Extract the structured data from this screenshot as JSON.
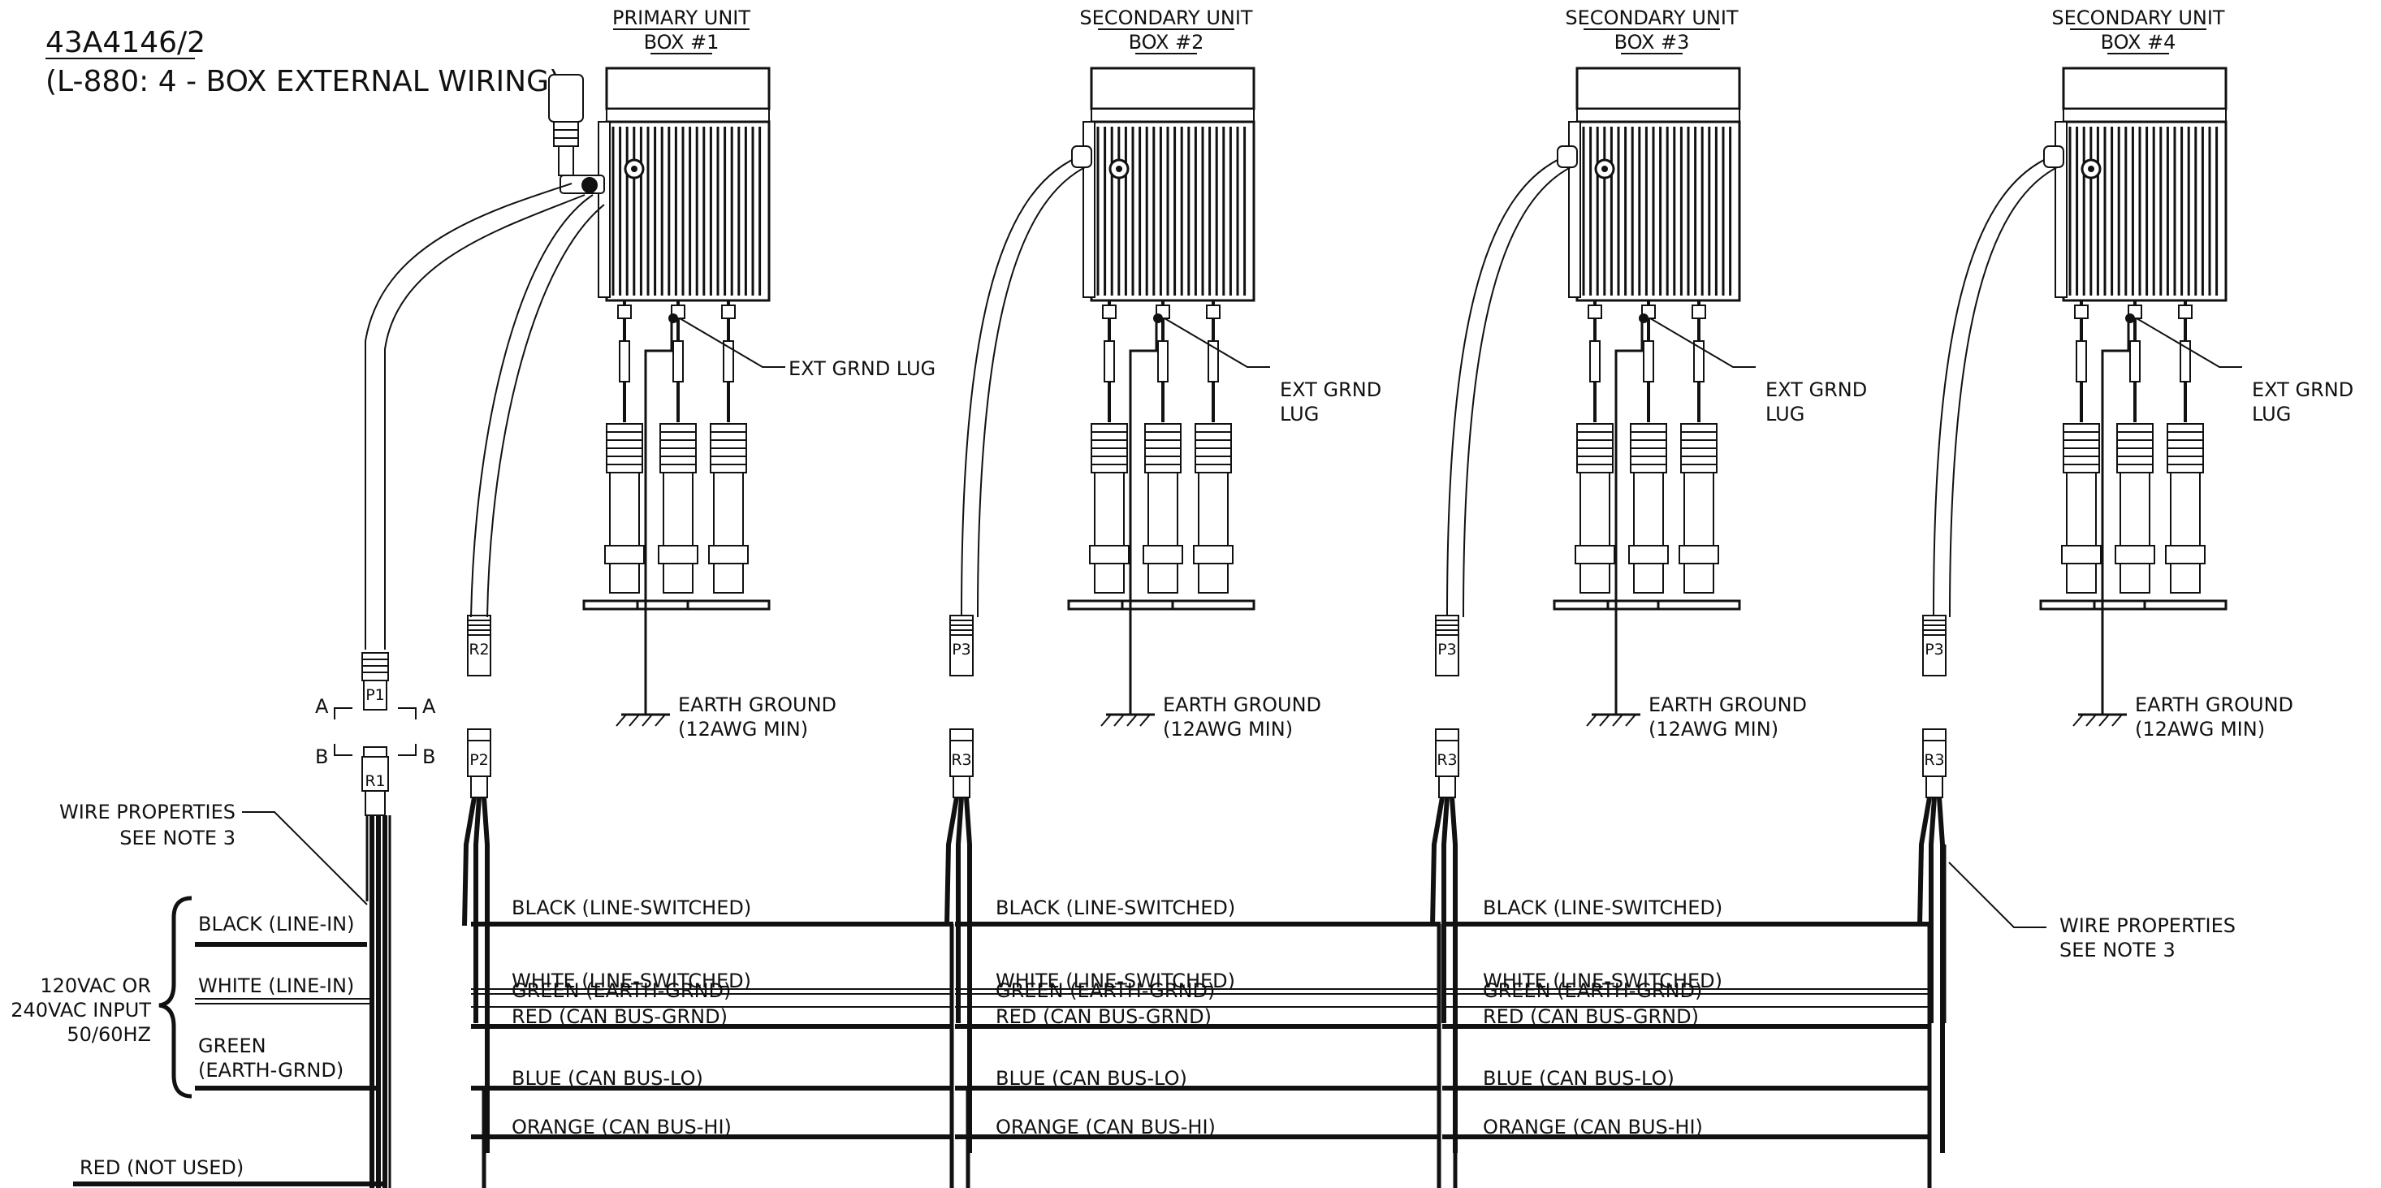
{
  "drawing": {
    "number": "43A4146/2",
    "subtitle": "(L-880: 4 - BOX EXTERNAL WIRING)"
  },
  "units": [
    {
      "title": "PRIMARY UNIT",
      "box": "BOX #1",
      "lug": [
        "EXT GRND LUG"
      ],
      "ground": [
        "EARTH GROUND",
        "(12AWG MIN)"
      ],
      "cable_plug": "R2",
      "out_connector": "P2"
    },
    {
      "title": "SECONDARY UNIT",
      "box": "BOX #2",
      "lug": [
        "EXT GRND",
        "LUG"
      ],
      "ground": [
        "EARTH GROUND",
        "(12AWG MIN)"
      ],
      "cable_plug": "P3",
      "out_connector": "R3"
    },
    {
      "title": "SECONDARY UNIT",
      "box": "BOX #3",
      "lug": [
        "EXT GRND",
        "LUG"
      ],
      "ground": [
        "EARTH GROUND",
        "(12AWG MIN)"
      ],
      "cable_plug": "P3",
      "out_connector": "R3"
    },
    {
      "title": "SECONDARY UNIT",
      "box": "BOX #4",
      "lug": [
        "EXT GRND",
        "LUG"
      ],
      "ground": [
        "EARTH GROUND",
        "(12AWG MIN)"
      ],
      "cable_plug": "P3",
      "out_connector": "R3"
    }
  ],
  "input_section": {
    "plug_upper": "P1",
    "plug_lower": "R1",
    "section_a": [
      "A",
      "A"
    ],
    "section_b": [
      "B",
      "B"
    ],
    "wire_note": [
      "WIRE PROPERTIES",
      "SEE NOTE 3"
    ],
    "input_label": [
      "120VAC OR",
      "240VAC INPUT",
      "50/60HZ"
    ],
    "wires": [
      {
        "lines": [
          "BLACK (LINE-IN)"
        ]
      },
      {
        "lines": [
          "WHITE (LINE-IN)"
        ]
      },
      {
        "lines": [
          "GREEN",
          "(EARTH-GRND)"
        ]
      },
      {
        "lines": [
          "RED (NOT USED)"
        ]
      }
    ]
  },
  "link_wires": [
    "BLACK (LINE-SWITCHED)",
    "WHITE (LINE-SWITCHED)",
    "GREEN (EARTH-GRND)",
    "RED (CAN BUS-GRND)",
    "BLUE (CAN BUS-LO)",
    "ORANGE (CAN BUS-HI)"
  ],
  "end_note": [
    "WIRE PROPERTIES",
    "SEE NOTE 3"
  ]
}
